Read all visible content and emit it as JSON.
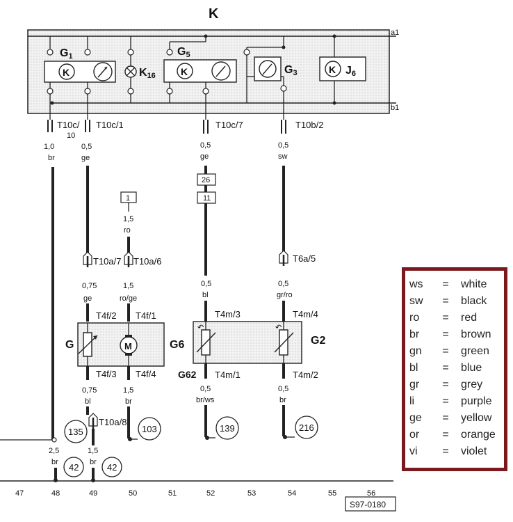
{
  "diagram": {
    "title": "K",
    "rails": {
      "top": "a1",
      "bottom": "b1"
    },
    "components": {
      "g1": {
        "base": "G",
        "sub": "1"
      },
      "k16": {
        "base": "K",
        "sub": "16"
      },
      "g5": {
        "base": "G",
        "sub": "5"
      },
      "g3": {
        "base": "G",
        "sub": "3"
      },
      "j6": {
        "base": "J",
        "sub": "6"
      },
      "relay_symbol": "K",
      "motor_symbol": "M",
      "sender_g": "G",
      "sender_g6": "G6",
      "sender_g2": "G2",
      "sender_g62": "G62"
    },
    "connectors": {
      "t10c10": "T10c/",
      "t10c10b": "10",
      "t10c1": "T10c/1",
      "t10c7": "T10c/7",
      "t10b2": "T10b/2",
      "t10a7": "T10a/7",
      "t10a6": "T10a/6",
      "t6a5": "T6a/5",
      "t4f2": "T4f/2",
      "t4f1": "T4f/1",
      "t4f3": "T4f/3",
      "t4f4": "T4f/4",
      "t4m3": "T4m/3",
      "t4m4": "T4m/4",
      "t4m1": "T4m/1",
      "t4m2": "T4m/2",
      "t10a8": "T10a/8"
    },
    "wires": {
      "w48a": {
        "size": "1,0",
        "color": "br"
      },
      "w49a": {
        "size": "0,5",
        "color": "ge"
      },
      "w52a": {
        "size": "0,5",
        "color": "ge"
      },
      "w54a": {
        "size": "0,5",
        "color": "sw"
      },
      "w50a": {
        "size": "1,5",
        "color": "ro"
      },
      "w49b": {
        "size": "0,75",
        "color": "ge"
      },
      "w50b": {
        "size": "1,5",
        "color": "ro/ge"
      },
      "w52b": {
        "size": "0,5",
        "color": "bl"
      },
      "w54b": {
        "size": "0,5",
        "color": "gr/ro"
      },
      "w49c": {
        "size": "0,75",
        "color": "bl"
      },
      "w50c": {
        "size": "1,5",
        "color": "br"
      },
      "w52c": {
        "size": "0,5",
        "color": "br/ws"
      },
      "w54c": {
        "size": "0,5",
        "color": "br"
      },
      "w48b": {
        "size": "2,5",
        "color": "br"
      },
      "w49d": {
        "size": "1,5",
        "color": "br"
      }
    },
    "boxes": {
      "b26": "26",
      "b11": "11",
      "b1": "1"
    },
    "circles": {
      "c135": "135",
      "c103": "103",
      "c139": "139",
      "c216": "216",
      "c42a": "42",
      "c42b": "42"
    },
    "ruler": [
      "47",
      "48",
      "49",
      "50",
      "51",
      "52",
      "53",
      "54",
      "55",
      "56"
    ],
    "reference": "S97-0180"
  },
  "legend": [
    {
      "code": "ws",
      "eq": "=",
      "color": "white"
    },
    {
      "code": "sw",
      "eq": "=",
      "color": "black"
    },
    {
      "code": "ro",
      "eq": "=",
      "color": "red"
    },
    {
      "code": "br",
      "eq": "=",
      "color": "brown"
    },
    {
      "code": "gn",
      "eq": "=",
      "color": "green"
    },
    {
      "code": "bl",
      "eq": "=",
      "color": "blue"
    },
    {
      "code": "gr",
      "eq": "=",
      "color": "grey"
    },
    {
      "code": "li",
      "eq": "=",
      "color": "purple"
    },
    {
      "code": "ge",
      "eq": "=",
      "color": "yellow"
    },
    {
      "code": "or",
      "eq": "=",
      "color": "orange"
    },
    {
      "code": "vi",
      "eq": "=",
      "color": "violet"
    }
  ]
}
